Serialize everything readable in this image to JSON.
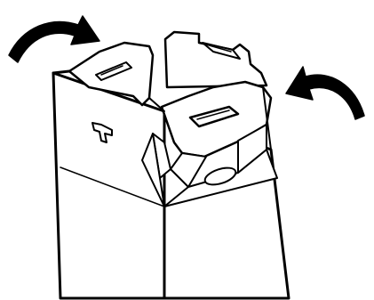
{
  "diagram": {
    "subject": "box-assembly-fold-flaps",
    "colors": {
      "background": "#ffffff",
      "ink": "#000000"
    },
    "arrows": [
      {
        "id": "left-arrow",
        "direction": "curve-down-right"
      },
      {
        "id": "right-arrow",
        "direction": "curve-down-left"
      }
    ]
  }
}
